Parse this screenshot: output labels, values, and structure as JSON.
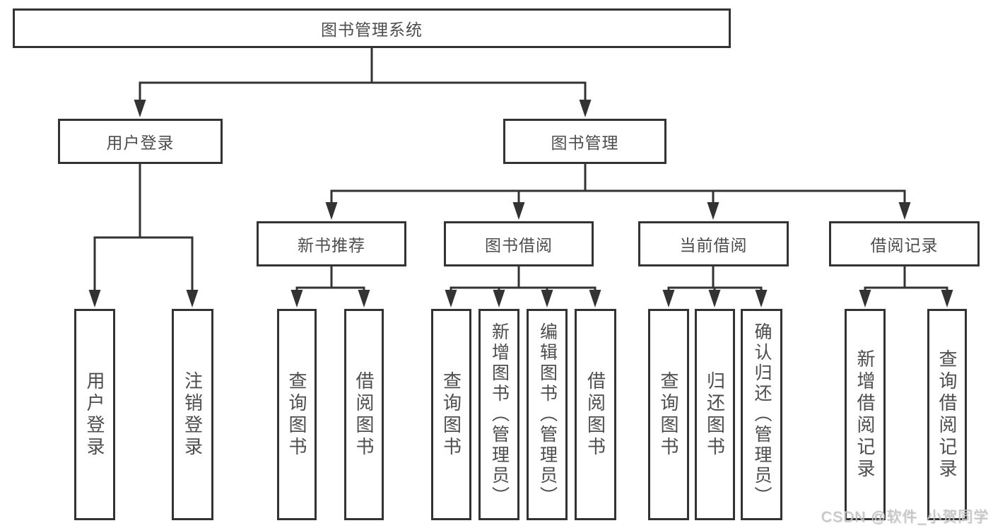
{
  "diagram": {
    "type": "hierarchy",
    "watermark": "CSDN @软件_小贺同学",
    "colors": {
      "line": "#333333",
      "box_border": "#333333",
      "text": "#4d4d4d",
      "background": "#ffffff",
      "watermark": "#c6c6c6"
    }
  },
  "nodes": {
    "root": "图书管理系统",
    "user_login": {
      "label": "用户登录",
      "children": {
        "login": "用户登录",
        "logout": "注销登录"
      }
    },
    "book_mgmt": {
      "label": "图书管理",
      "children": {
        "new_book_rec": {
          "label": "新书推荐",
          "children": {
            "query_books": "查询图书",
            "borrow_books": "借阅图书"
          }
        },
        "book_borrow": {
          "label": "图书借阅",
          "children": {
            "query_books": "查询图书",
            "add_books": "新增图书（管理员）",
            "edit_books": "编辑图书（管理员）",
            "borrow_books": "借阅图书"
          }
        },
        "current_borrow": {
          "label": "当前借阅",
          "children": {
            "query_books": "查询图书",
            "return_books": "归还图书",
            "confirm_return": "确认归还（管理员）"
          }
        },
        "borrow_record": {
          "label": "借阅记录",
          "children": {
            "add_record": "新增借阅记录",
            "query_record": "查询借阅记录"
          }
        }
      }
    }
  }
}
